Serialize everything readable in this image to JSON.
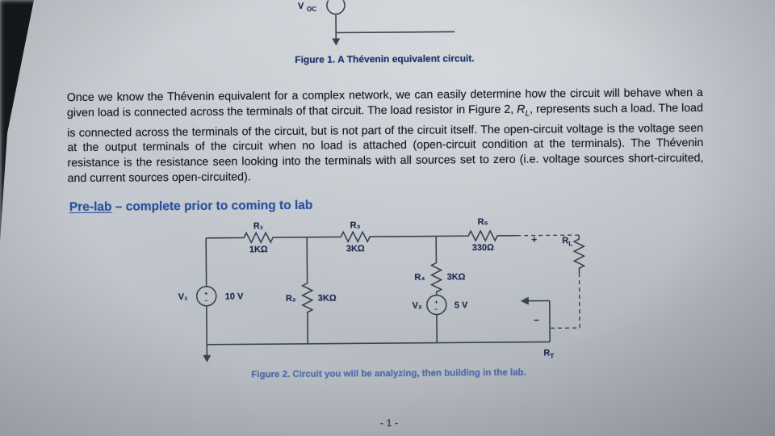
{
  "figure1": {
    "source_label_main": "V",
    "source_label_sub": "OC",
    "caption": "Figure 1. A Thévenin equivalent circuit."
  },
  "paragraph": {
    "part1": "Once we know the Thévenin equivalent for a complex network, we can easily determine how the circuit will behave when a given load is connected across the terminals of that circuit. The load resistor in Figure 2, ",
    "rl_main": "R",
    "rl_sub": "L",
    "part2": ", represents such a load.  The load is connected across the terminals of the circuit, but is not part of the circuit itself.  The open-circuit voltage is the voltage seen at the output terminals of the circuit when no load is attached (open-circuit condition at the terminals). The Thévenin resistance is the resistance seen looking into the terminals with all sources set to zero (i.e. voltage sources short-circuited, and current sources open-circuited)."
  },
  "prelab": {
    "underlined": "Pre-lab",
    "rest": " – complete prior to coming to lab"
  },
  "figure2": {
    "caption": "Figure 2. Circuit you will be analyzing, then building in the lab.",
    "labels": {
      "v1": "V₁",
      "v1_value": "10 V",
      "v2": "V₂",
      "v2_value": "5 V",
      "r1": "R₁",
      "r1_value": "1KΩ",
      "r2": "R₂",
      "r2_value": "3KΩ",
      "r3": "R₃",
      "r3_value": "3KΩ",
      "r4": "R₄",
      "r4_value": "3KΩ",
      "r5": "R₅",
      "r5_value": "330Ω",
      "rl_main": "R",
      "rl_sub": "L",
      "rt_main": "R",
      "rt_sub": "T",
      "plus": "+",
      "minus": "−",
      "src_plus": "+",
      "src_minus": "−"
    }
  },
  "footer": {
    "page_number": "- 1 -"
  }
}
